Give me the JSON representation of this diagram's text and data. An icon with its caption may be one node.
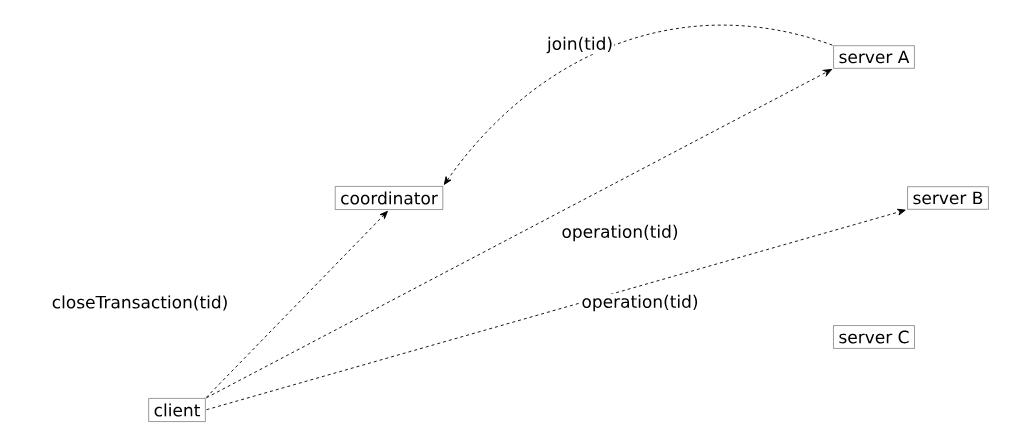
{
  "diagram": {
    "nodes": [
      {
        "text": [
          "server A"
        ]
      },
      {
        "text": [
          "coordinator"
        ]
      },
      {
        "text": [
          "server B"
        ]
      },
      {
        "text": [
          "server C"
        ]
      },
      {
        "text": [
          "client"
        ]
      }
    ],
    "edges": [
      {
        "from": 0,
        "to": 1,
        "arrow": "to",
        "label": "join(tid)",
        "style": "dashed"
      },
      {
        "from": 4,
        "to": 1,
        "arrow": "to",
        "label": "closeTransaction(tid)",
        "style": "dashed"
      },
      {
        "from": 4,
        "to": 0,
        "arrow": "to",
        "label": "operation(tid)",
        "style": "dashed"
      },
      {
        "from": 4,
        "to": 2,
        "arrow": "to",
        "label": "operation(tid)",
        "style": "dashed"
      }
    ]
  }
}
